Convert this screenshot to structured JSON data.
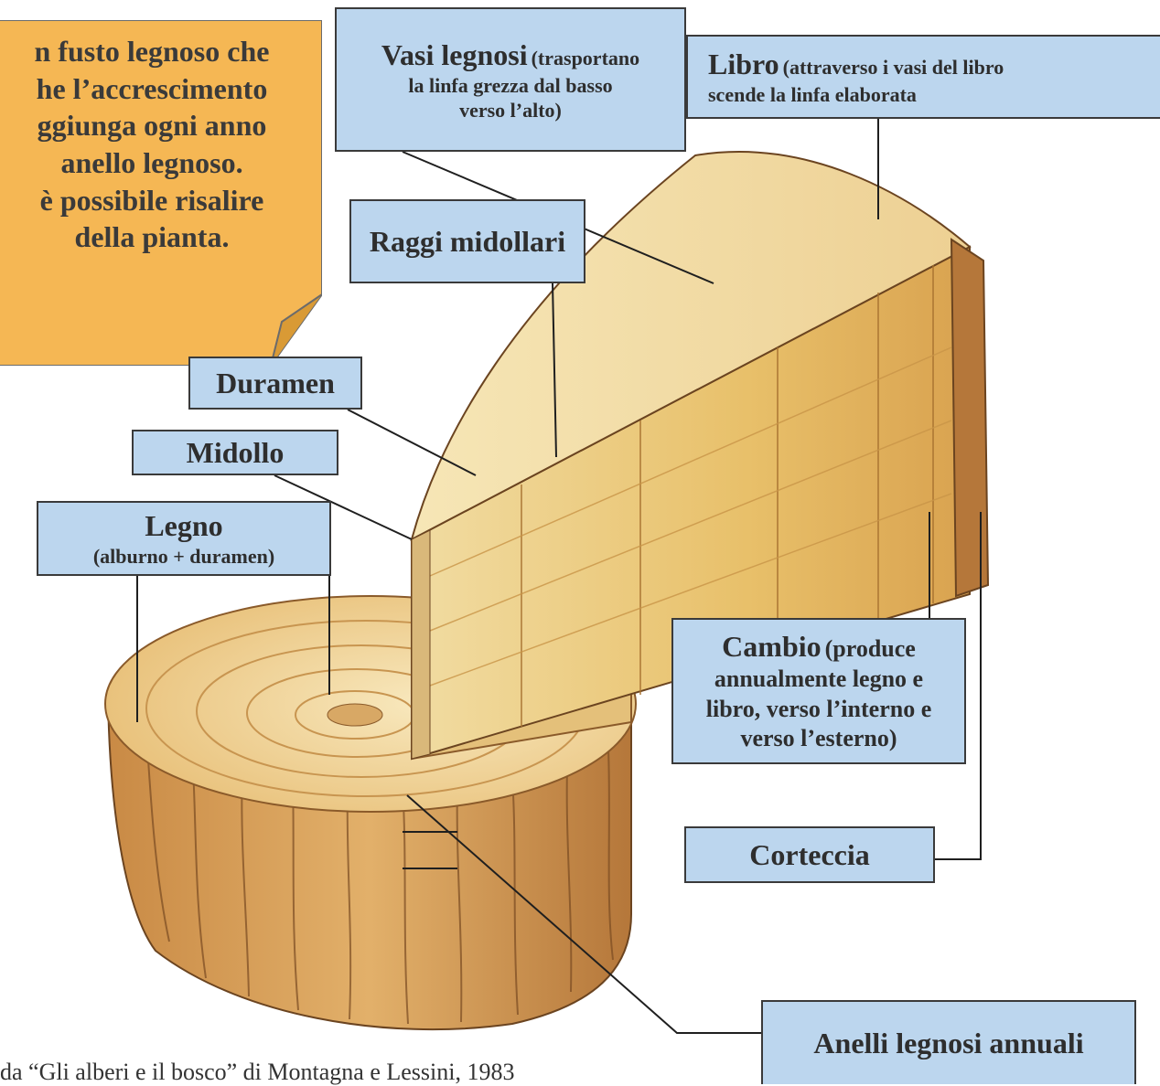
{
  "note": {
    "text": "n fusto legnoso che\nhe l’accrescimento\nggiunga ogni anno\nanello legnoso.\nè possibile risalire\ndella pianta."
  },
  "labels": {
    "vasi": {
      "title": "Vasi legnosi",
      "line1": "(trasportano",
      "line2": "la linfa grezza dal basso",
      "line3": "verso l’alto)"
    },
    "libro": {
      "title": "Libro",
      "line1": "(attraverso i vasi del libro",
      "line2": "scende la linfa elaborata"
    },
    "raggi": "Raggi midollari",
    "duramen": "Duramen",
    "midollo": "Midollo",
    "legno": {
      "title": "Legno",
      "sub": "(alburno + duramen)"
    },
    "cambio": {
      "title": "Cambio",
      "line1": "(produce",
      "line2": "annualmente legno e",
      "line3": "libro, verso l’interno e",
      "line4": "verso l’esterno)"
    },
    "corteccia": "Corteccia",
    "anelli": "Anelli legnosi annuali"
  },
  "credit": "da “Gli alberi e il bosco” di Montagna e Lessini, 1983",
  "colors": {
    "label_fill": "#bcd6ee",
    "note_fill": "#f5b754",
    "wood_light": "#f4dfa9",
    "wood_dark": "#c98e3c",
    "bark": "#b5773a"
  }
}
